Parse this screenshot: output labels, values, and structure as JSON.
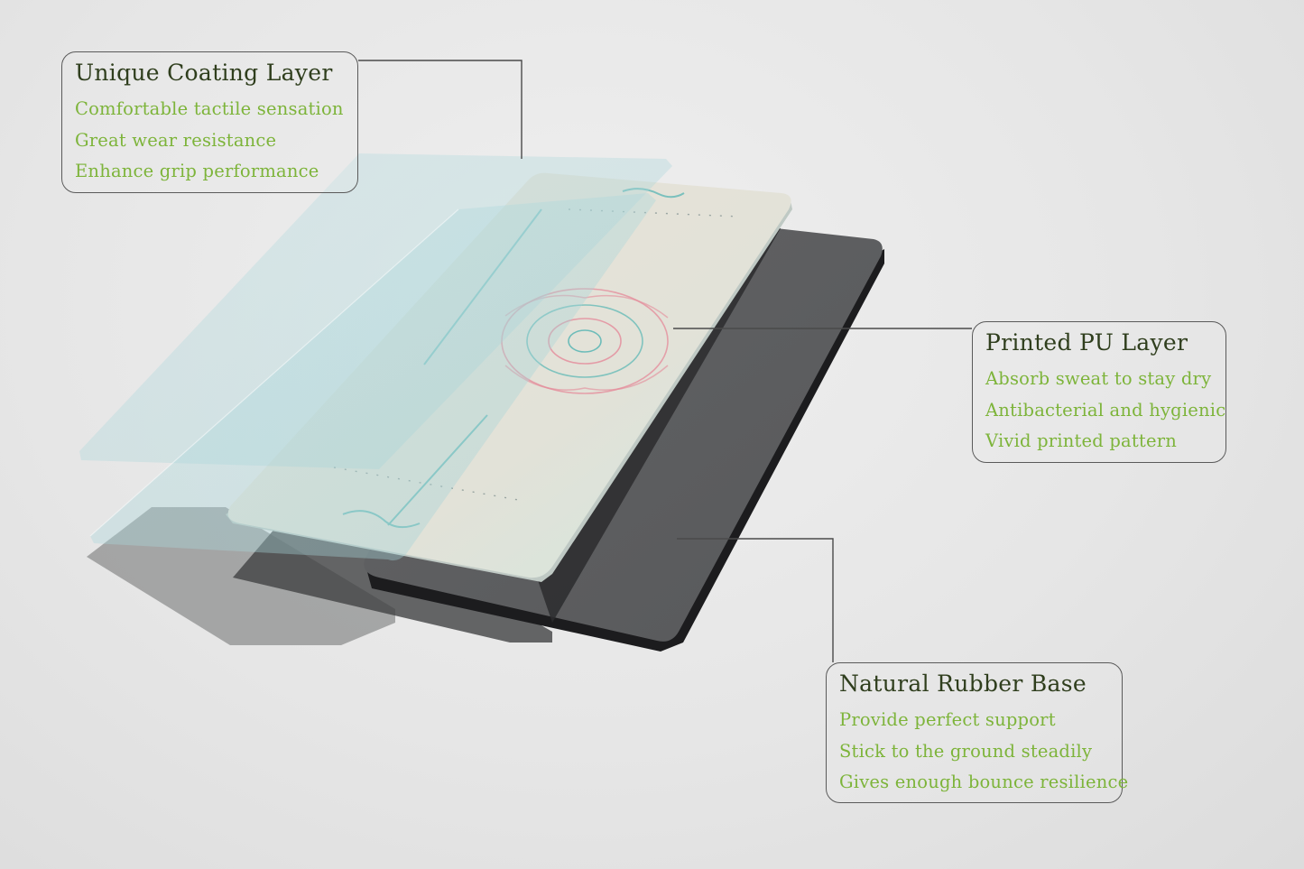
{
  "layers": [
    {
      "id": "coating",
      "title": "Unique Coating Layer",
      "features": [
        "Comfortable tactile sensation",
        "Great wear resistance",
        "Enhance grip performance"
      ]
    },
    {
      "id": "pu",
      "title": "Printed PU Layer",
      "features": [
        "Absorb sweat to stay dry",
        "Antibacterial and hygienic",
        "Vivid printed pattern"
      ]
    },
    {
      "id": "rubber",
      "title": "Natural Rubber Base",
      "features": [
        "Provide perfect support",
        "Stick to the ground steadily",
        "Gives enough bounce resilience"
      ]
    }
  ],
  "colors": {
    "title": "#2f3e1d",
    "feature": "#7db43a",
    "leader_line": "#4a4a4a",
    "rubber_top": "#5d5e60",
    "rubber_edge": "#1c1c1e",
    "pu_surface": "#e3e0d6",
    "coating_tint": "#a9d6dc",
    "pattern_pink": "#e48a9a",
    "pattern_teal": "#5fb8b6"
  }
}
